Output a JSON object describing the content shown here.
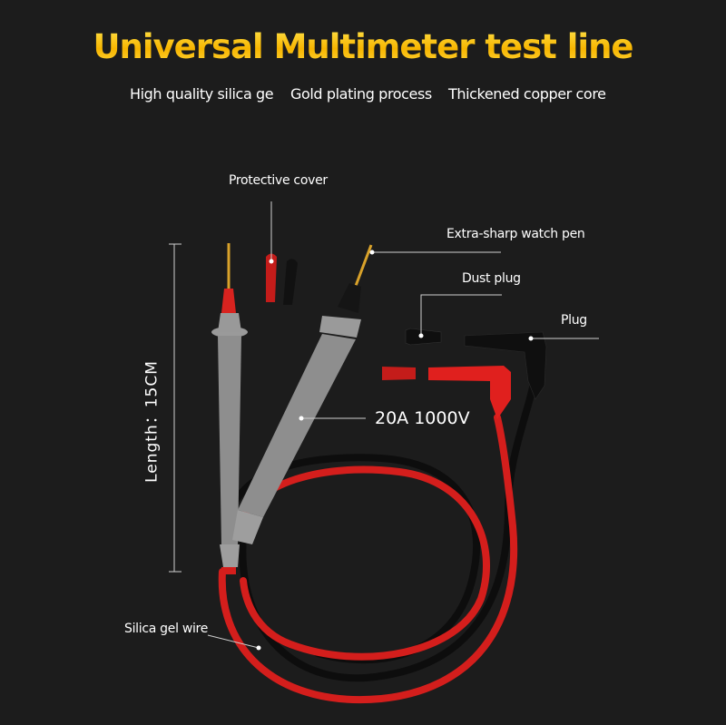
{
  "title": "Universal Multimeter test line",
  "features": [
    "High quality silica ge",
    "Gold plating process",
    "Thickened copper core"
  ],
  "labels": {
    "protective_cover": "Protective cover",
    "extra_sharp": "Extra-sharp watch pen",
    "dust_plug": "Dust plug",
    "plug": "Plug",
    "rating": "20A  1000V",
    "length": "Length：15CM",
    "wire": "Silica gel wire"
  },
  "colors": {
    "background": "#1c1c1c",
    "title_gold": "#f7b500",
    "lead_red": "#e0201e",
    "lead_black": "#111111",
    "probe_grey": "#8f8f8f"
  }
}
